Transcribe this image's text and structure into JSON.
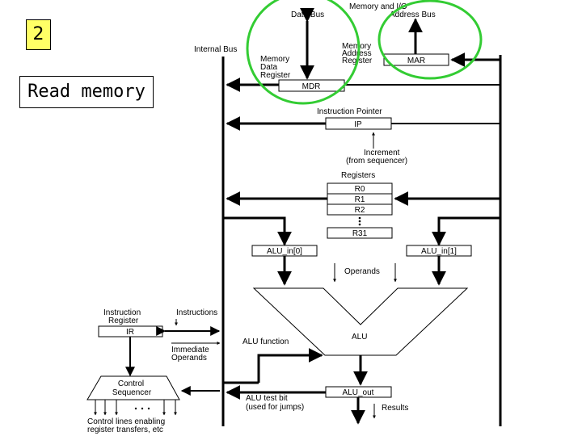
{
  "slide": {
    "number": "2",
    "title": "Read memory"
  },
  "labels": {
    "memory_io": "Memory and I/O",
    "data_bus": "Data Bus",
    "address_bus": "Address Bus",
    "internal_bus": "Internal Bus",
    "mdr_desc_1": "Memory",
    "mdr_desc_2": "Data",
    "mdr_desc_3": "Register",
    "mar_desc_1": "Memory",
    "mar_desc_2": "Address",
    "mar_desc_3": "Register",
    "mar": "MAR",
    "mdr": "MDR",
    "ip_desc": "Instruction Pointer",
    "ip": "IP",
    "increment_1": "Increment",
    "increment_2": "(from sequencer)",
    "registers": "Registers",
    "r0": "R0",
    "r1": "R1",
    "r2": "R2",
    "r31": "R31",
    "alu_in0": "ALU_in[0]",
    "alu_in1": "ALU_in[1]",
    "operands": "Operands",
    "alu": "ALU",
    "alu_function": "ALU function",
    "alu_out": "ALU_out",
    "ir_desc_1": "Instruction",
    "ir_desc_2": "Register",
    "ir": "IR",
    "instructions": "Instructions",
    "immediate_1": "Immediate",
    "immediate_2": "Operands",
    "control_1": "Control",
    "control_2": "Sequencer",
    "alu_test_1": "ALU test bit",
    "alu_test_2": "(used for jumps)",
    "results": "Results",
    "control_lines_1": "Control lines enabling",
    "control_lines_2": "register transfers, etc"
  },
  "colors": {
    "highlight": "#33cc33",
    "slide_number_bg": "#ffff66"
  }
}
